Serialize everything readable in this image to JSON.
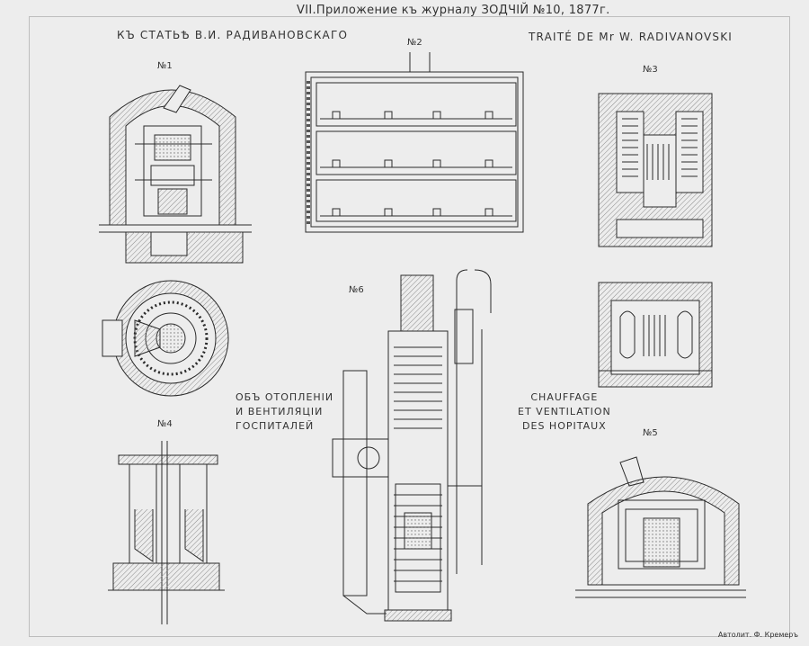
{
  "header": {
    "journal_line": "VII.Приложение къ журналу ЗОДЧІЙ №10, 1877г.",
    "title_russian": "КЪ СТАТЬѢ В.И. РАДИВАНОВСКАГО",
    "title_french": "TRAITÉ DE Mr W. RADIVANOVSKI"
  },
  "figures": {
    "fig1": "№1",
    "fig2": "№2",
    "fig3": "№3",
    "fig4": "№4",
    "fig5": "№5",
    "fig6": "№6"
  },
  "subtitle_russian": [
    "ОБЪ ОТОПЛЕНІИ",
    "И ВЕНТИЛЯЦІИ",
    "ГОСПИТАЛЕЙ"
  ],
  "subtitle_french": [
    "CHAUFFAGE",
    "ET VENTILATION",
    "DES HOPITAUX"
  ],
  "credit": "Автолит. Ф. Кремеръ",
  "colors": {
    "paper": "#ededed",
    "ink": "#2a2a2a",
    "hatch": "#8a8a8a"
  }
}
